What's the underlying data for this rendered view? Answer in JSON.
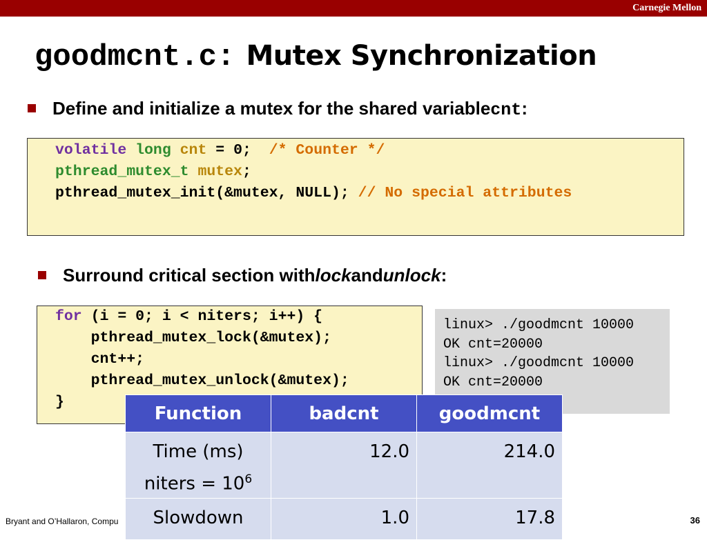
{
  "brand": "Carnegie Mellon",
  "title": {
    "code": "goodmcnt.c:",
    "text": "Mutex Synchronization"
  },
  "bullet1": {
    "text": "Define and initialize a mutex for the shared variable ",
    "code": "cnt",
    "suffix": ":"
  },
  "code1": [
    "volatile long cnt = 0;  /* Counter */",
    "pthread_mutex_t mutex;",
    "pthread_mutex_init(&mutex, NULL); // No special attributes"
  ],
  "bullet2": {
    "before": "Surround critical section with ",
    "lock": "lock",
    "mid": " and ",
    "unlock": "unlock",
    "suffix": ":"
  },
  "code2": [
    "for (i = 0; i < niters; i++) {",
    "    pthread_mutex_lock(&mutex);",
    "    cnt++;",
    "    pthread_mutex_unlock(&mutex);",
    "}"
  ],
  "terminal": [
    "linux> ./goodmcnt 10000",
    "OK cnt=20000",
    "linux> ./goodmcnt 10000",
    "OK cnt=20000"
  ],
  "table": {
    "headers": [
      "Function",
      "badcnt",
      "goodmcnt"
    ],
    "rows": [
      {
        "label_line1": "Time (ms)",
        "label_line2_base": "niters = 10",
        "label_line2_exp": "6",
        "badcnt": "12.0",
        "goodmcnt": "214.0"
      },
      {
        "label": "Slowdown",
        "badcnt": "1.0",
        "goodmcnt": "17.8"
      }
    ]
  },
  "footer": "Bryant and O’Hallaron, Compu",
  "page_number": "36",
  "colors": {
    "brand_bar": "#990000",
    "code_bg": "#fbf4c4",
    "table_header": "#4450c4",
    "table_cell": "#d6dcee",
    "terminal_bg": "#d9d9d9"
  }
}
